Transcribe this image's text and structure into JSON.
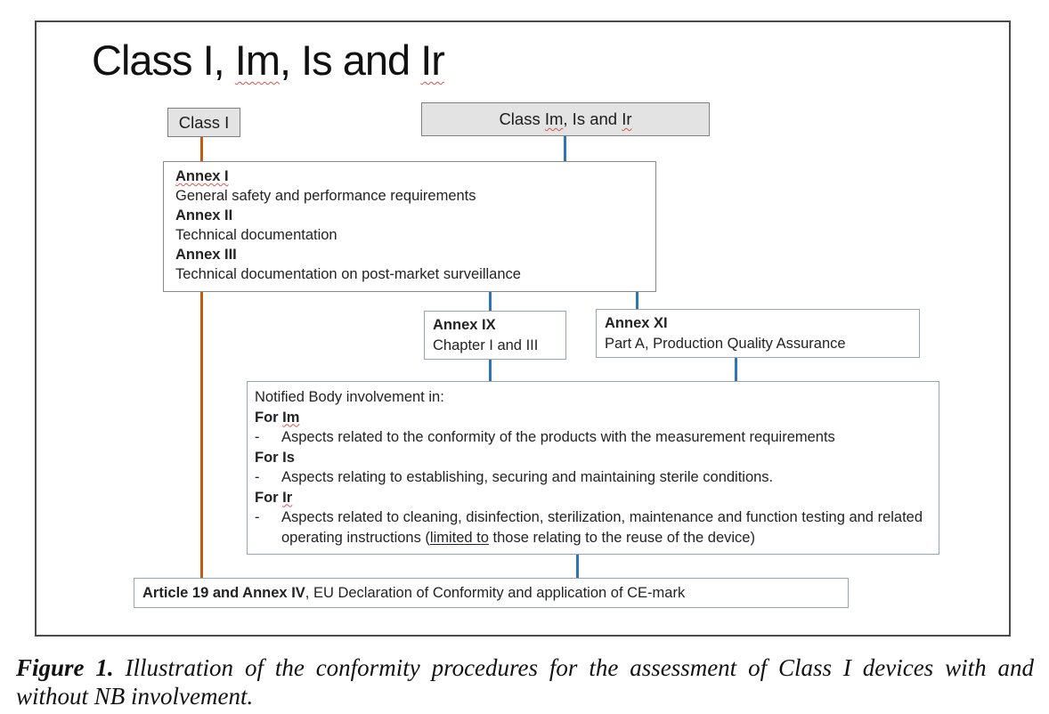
{
  "colors": {
    "orange-connector": "#C55A11",
    "blue-connector": "#2E75B6",
    "header-box-fill": "#E3E3E3",
    "box-border-gray": "#7F7F7F",
    "light-box-border": "#98A4B6",
    "frame-border": "#4A4A4A",
    "squiggle-red": "#E0524D"
  },
  "title": {
    "parts": [
      "Class I, ",
      "Im",
      ", Is and ",
      "Ir"
    ]
  },
  "class_boxes": {
    "class_i": {
      "label": "Class I"
    },
    "class_im": {
      "parts": [
        "Class ",
        "Im",
        ", Is and ",
        "Ir"
      ]
    }
  },
  "annex_box": {
    "lines": [
      "Annex I",
      "General safety and performance requirements",
      "Annex II",
      "Technical documentation",
      "Annex III",
      "Technical documentation on post-market surveillance"
    ]
  },
  "annex_ix": {
    "title": "Annex IX",
    "subtitle": "Chapter I and III"
  },
  "annex_xi": {
    "title": "Annex XI",
    "subtitle": "Part A, Production Quality Assurance"
  },
  "nb_box": {
    "intro": "Notified Body involvement in:",
    "bullet_dash": "-",
    "for_im": {
      "prefix": "For ",
      "term": "Im"
    },
    "im_bullet": "Aspects related to the conformity of the products with the measurement requirements",
    "for_is": "For Is",
    "is_bullet": "Aspects relating to establishing, securing and maintaining sterile conditions.",
    "for_ir": {
      "prefix": "For ",
      "term": "Ir"
    },
    "ir_bullet": {
      "part1": "Aspects related to cleaning, disinfection, sterilization, maintenance and function testing and related operating instructions (",
      "underlined": "limited to",
      "part3": " those relating to the reuse of the device)"
    }
  },
  "article_box": {
    "bold": "Article 19 and Annex IV",
    "rest": ", EU Declaration of Conformity and application of CE-mark"
  },
  "caption": {
    "label": "Figure 1.",
    "line1_rest": " Illustration of the conformity procedures for the assessment of Class I devices with and",
    "line2": "without NB involvement."
  }
}
